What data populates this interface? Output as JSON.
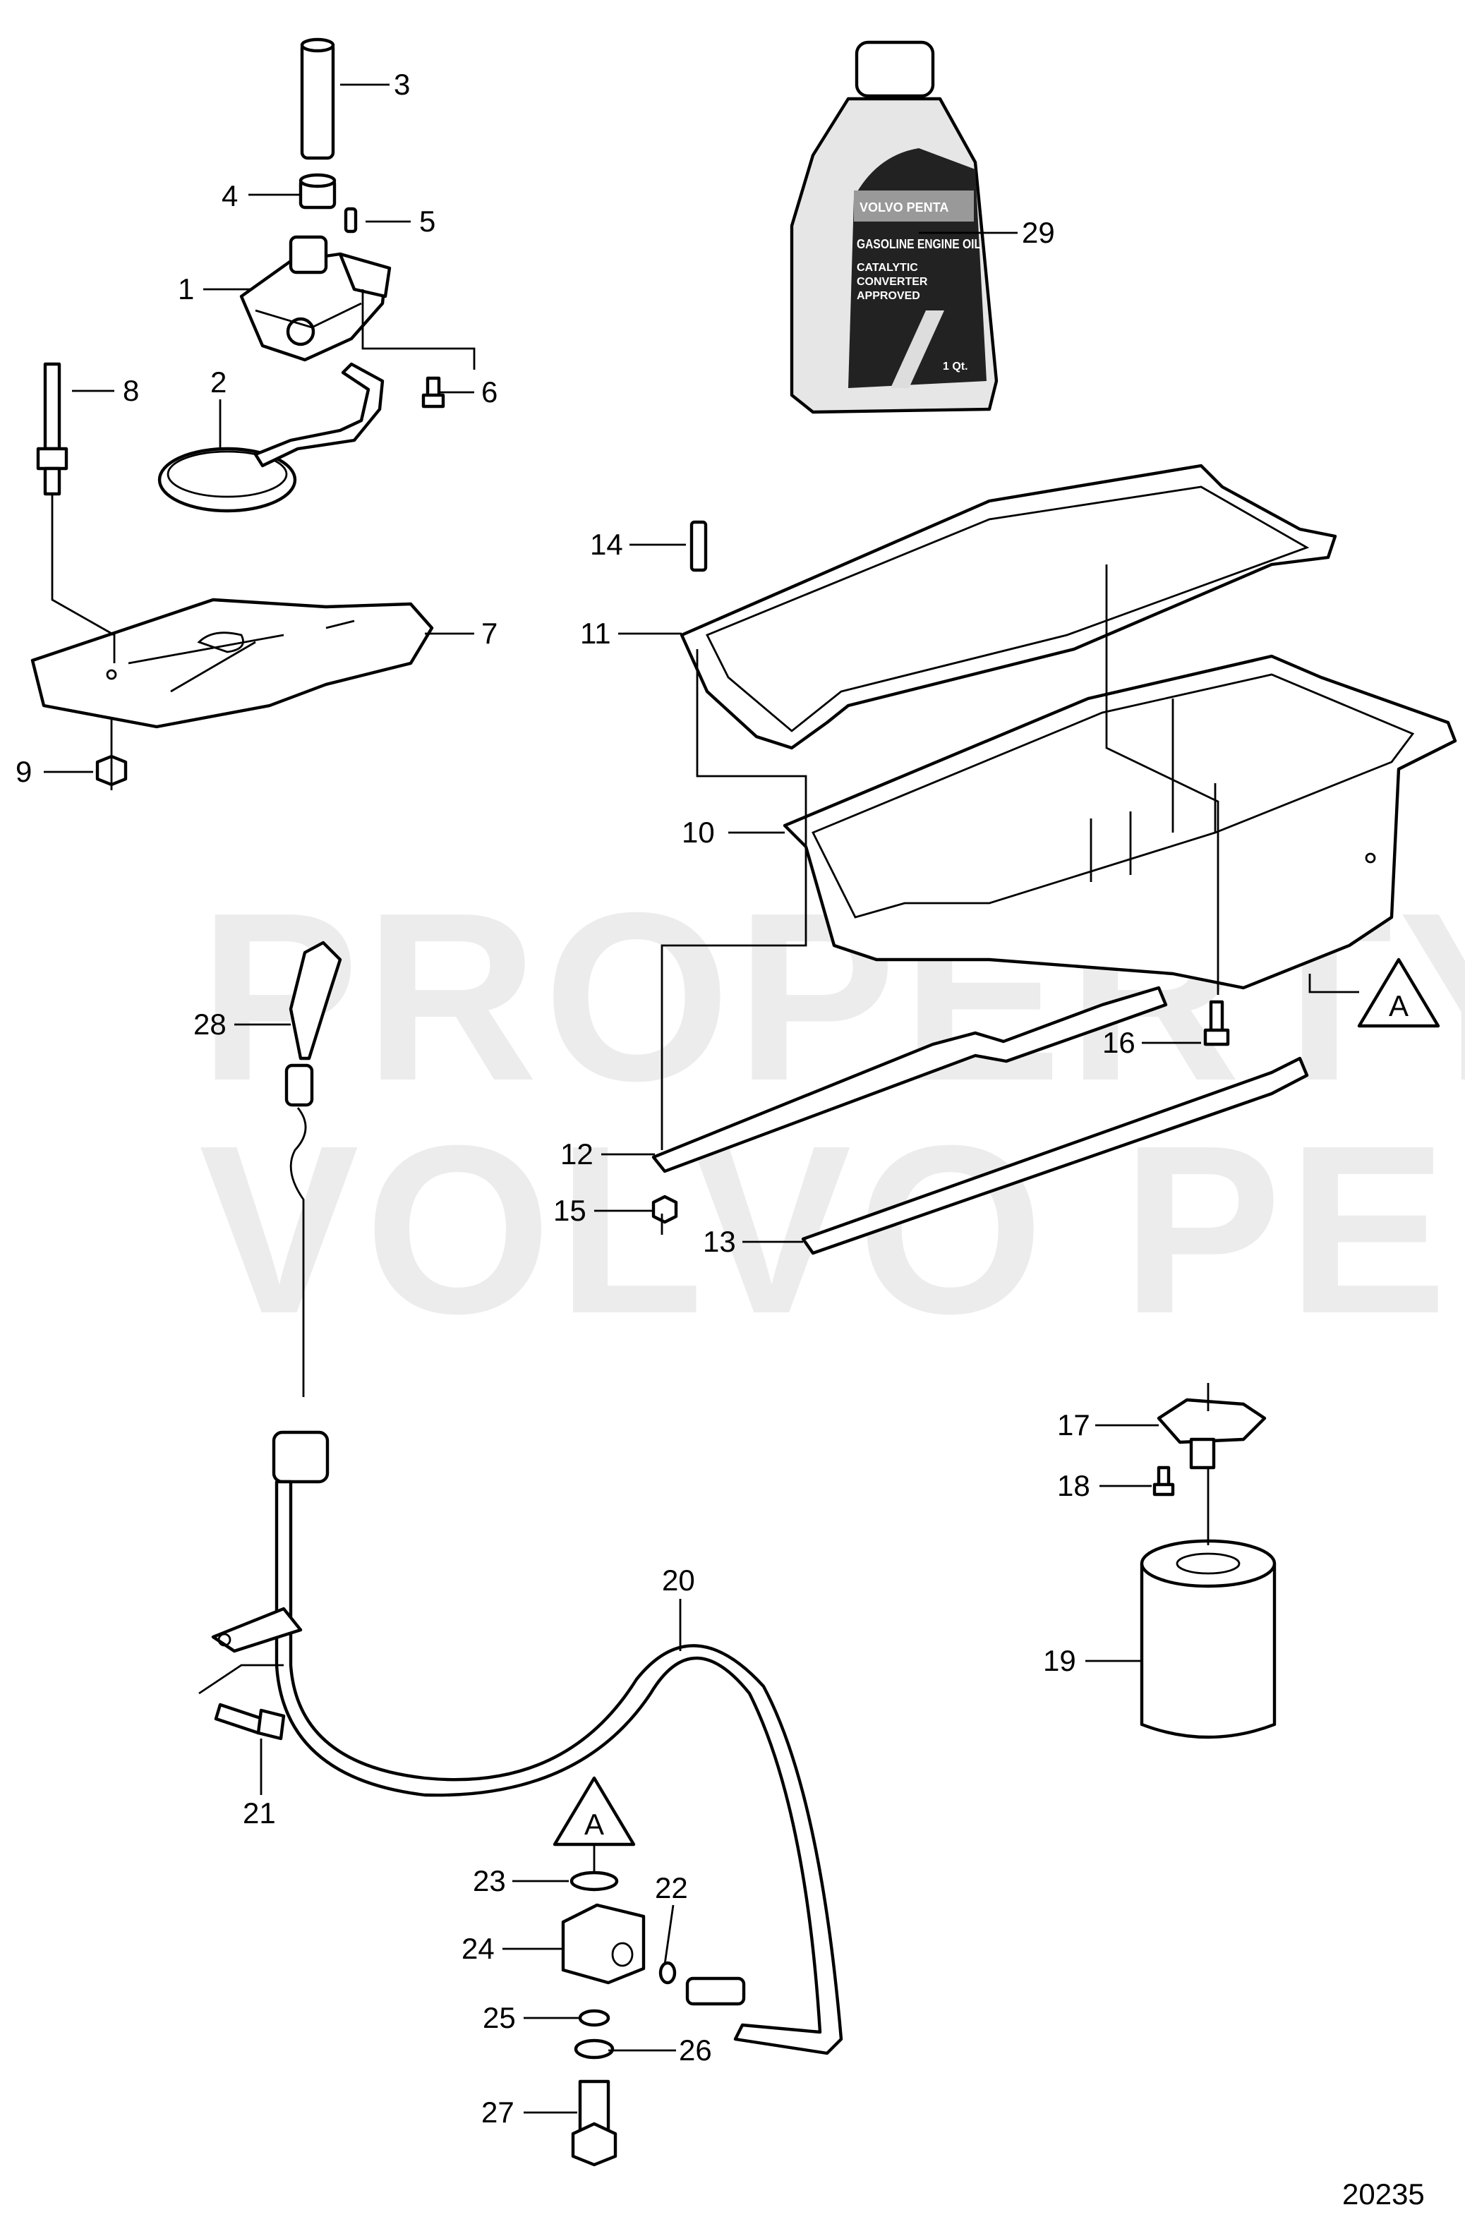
{
  "watermark": {
    "line1": "PROPERTY OF",
    "line2": "VOLVO PENTA"
  },
  "diagram_number": "20235",
  "reference_marker": "A",
  "callouts": [
    "1",
    "2",
    "3",
    "4",
    "5",
    "6",
    "7",
    "8",
    "9",
    "10",
    "11",
    "12",
    "13",
    "14",
    "15",
    "16",
    "17",
    "18",
    "19",
    "20",
    "21",
    "22",
    "23",
    "24",
    "25",
    "26",
    "27",
    "28",
    "29"
  ],
  "bottle_label": {
    "brand": "VOLVO PENTA",
    "product": "GASOLINE ENGINE OIL",
    "sub1": "CATALYTIC",
    "sub2": "CONVERTER",
    "sub3": "APPROVED",
    "volume": "1 Qt."
  }
}
